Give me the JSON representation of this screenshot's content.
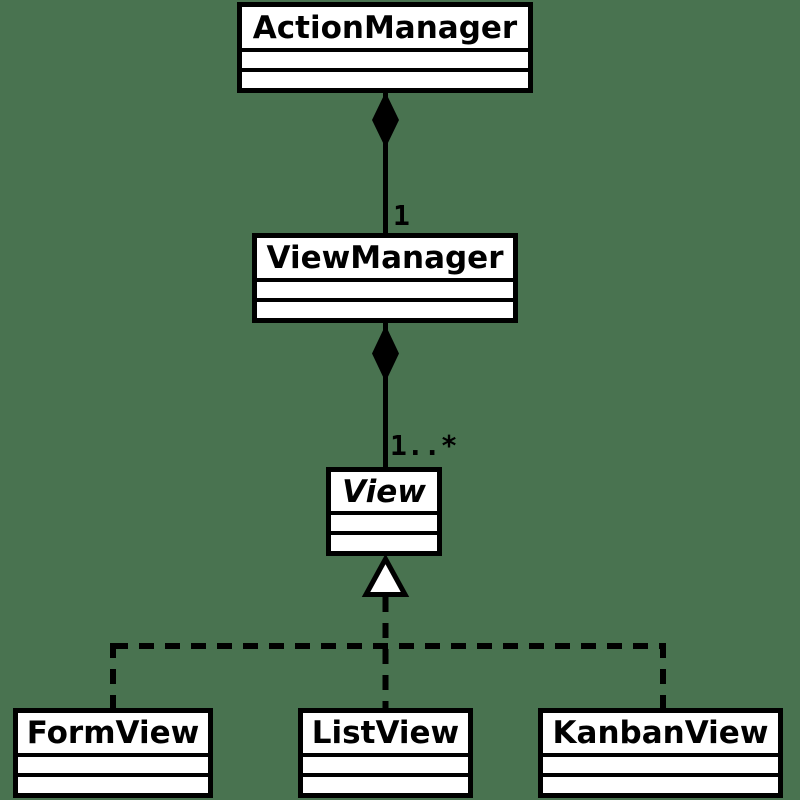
{
  "diagram": {
    "kind": "UML class diagram",
    "background_color": "#497350",
    "box_fill_color": "#FFFFFF",
    "line_color": "#000000"
  },
  "classes": [
    {
      "name": "ActionManager",
      "abstract": false
    },
    {
      "name": "ViewManager",
      "abstract": false
    },
    {
      "name": "View",
      "abstract": true
    },
    {
      "name": "FormView",
      "abstract": false
    },
    {
      "name": "ListView",
      "abstract": false
    },
    {
      "name": "KanbanView",
      "abstract": false
    }
  ],
  "relationships": [
    {
      "type": "composition",
      "from": "ActionManager",
      "to": "ViewManager",
      "multiplicity": "1"
    },
    {
      "type": "composition",
      "from": "ViewManager",
      "to": "View",
      "multiplicity": "1..*"
    },
    {
      "type": "realization-dashed-inheritance",
      "from": "FormView",
      "to": "View"
    },
    {
      "type": "realization-dashed-inheritance",
      "from": "ListView",
      "to": "View"
    },
    {
      "type": "realization-dashed-inheritance",
      "from": "KanbanView",
      "to": "View"
    }
  ]
}
